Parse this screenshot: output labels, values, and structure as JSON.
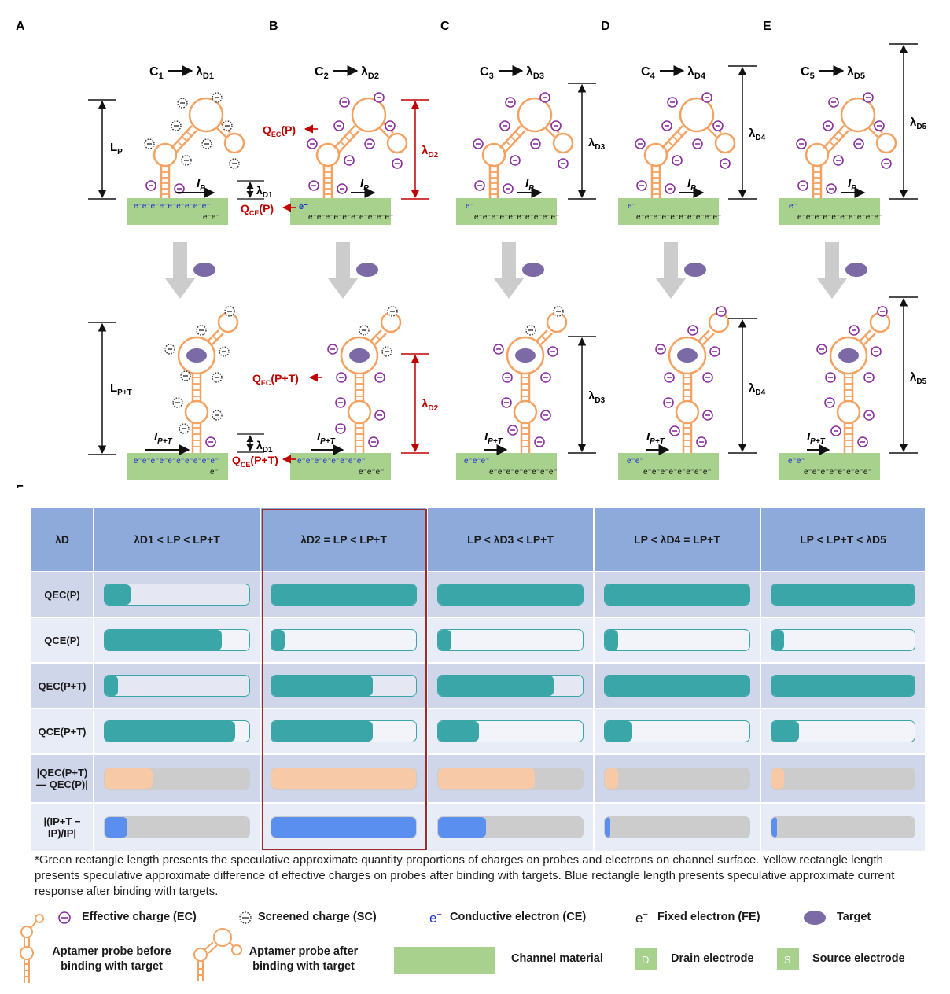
{
  "panels": [
    {
      "letter": "A",
      "eq_c": "C",
      "eq_c_sub": "1",
      "eq_l": "λ",
      "eq_l_sub": "D1"
    },
    {
      "letter": "B",
      "eq_c": "C",
      "eq_c_sub": "2",
      "eq_l": "λ",
      "eq_l_sub": "D2"
    },
    {
      "letter": "C",
      "eq_c": "C",
      "eq_c_sub": "3",
      "eq_l": "λ",
      "eq_l_sub": "D3"
    },
    {
      "letter": "D",
      "eq_c": "C",
      "eq_c_sub": "4",
      "eq_l": "λ",
      "eq_l_sub": "D4"
    },
    {
      "letter": "E",
      "eq_c": "C",
      "eq_c_sub": "5",
      "eq_l": "λ",
      "eq_l_sub": "D5"
    }
  ],
  "labels": {
    "lp": "L",
    "lp_sub": "P",
    "lpt": "L",
    "lpt_sub": "P+T",
    "ip": "I",
    "ip_sub": "P",
    "ipt": "I",
    "ipt_sub": "P+T",
    "lambda": "λ",
    "d1": "D1",
    "d2": "D2",
    "d3": "D3",
    "d4": "D4",
    "d5": "D5",
    "qec_p": "Q",
    "qec_p_sub": "EC",
    "qec_p_tail": "(P)",
    "qce_p": "Q",
    "qce_p_sub": "CE",
    "qce_p_tail": "(P)",
    "qec_pt": "Q",
    "qec_pt_sub": "EC",
    "qec_pt_tail": "(P+T)",
    "qce_pt": "Q",
    "qce_pt_sub": "CE",
    "qce_pt_tail": "(P+T)",
    "drain": "D",
    "source": "S",
    "e_minus": "e⁻",
    "fixed_electrons_long": "e⁻e⁻e⁻e⁻e⁻e⁻e⁻e⁻e⁻e⁻",
    "fixed_electrons_8": "e⁻e⁻e⁻e⁻e⁻e⁻e⁻e⁻",
    "fixed_electrons_3": "e⁻e⁻e⁻",
    "fixed_electrons_2": "e⁻e⁻",
    "ce_electrons_a": "e⁻e⁻e⁻e⁻e⁻e⁻e⁻e⁻e⁻",
    "ce_electrons_a2": "e⁻e⁻e⁻e⁻e⁻e⁻e⁻e⁻e⁻e⁻",
    "ce_electrons_b2": "e⁻e⁻e⁻e⁻e⁻e⁻e⁻e⁻",
    "ce_electrons_c2": "e⁻e⁻e⁻",
    "ce_electrons_d2": "e⁻e⁻",
    "panel_f": "F"
  },
  "table": {
    "corner": "λD",
    "columns": [
      "λD1 < LP < LP+T",
      "λD2 = LP < LP+T",
      "LP < λD3 < LP+T",
      "LP < λD4 = LP+T",
      "LP < LP+T < λD5"
    ],
    "rows": [
      {
        "label": "QEC(P)",
        "color": "teal",
        "values": [
          0.18,
          1.0,
          1.0,
          1.0,
          1.0
        ]
      },
      {
        "label": "QCE(P)",
        "color": "teal",
        "values": [
          0.81,
          0.09,
          0.09,
          0.09,
          0.09
        ]
      },
      {
        "label": "QEC(P+T)",
        "color": "teal",
        "values": [
          0.09,
          0.7,
          0.8,
          1.0,
          1.0
        ]
      },
      {
        "label": "QCE(P+T)",
        "color": "teal",
        "values": [
          0.9,
          0.7,
          0.28,
          0.19,
          0.19
        ]
      },
      {
        "label": "|QEC(P+T) — QEC(P)|",
        "color": "peach",
        "values": [
          0.33,
          1.0,
          0.67,
          0.09,
          0.09
        ]
      },
      {
        "label": "|(IP+T − IP)/IP|",
        "color": "blue",
        "values": [
          0.16,
          1.0,
          0.33,
          0.04,
          0.04
        ]
      }
    ]
  },
  "footnote": "*Green rectangle length presents the speculative approximate quantity proportions of charges on probes and electrons on channel surface. Yellow rectangle length presents speculative approximate difference of effective charges on probes after binding with targets. Blue rectangle length presents speculative approximate current response after binding with targets.",
  "legend": {
    "ec": "Effective charge (EC)",
    "sc": "Screened charge (SC)",
    "ce": "Conductive electron (CE)",
    "fe": "Fixed electron (FE)",
    "target": "Target",
    "before": "Aptamer probe before binding with target",
    "after": "Aptamer probe after binding with target",
    "channel": "Channel material",
    "drain": "Drain electrode",
    "source": "Source electrode",
    "d": "D",
    "s": "S",
    "e_ce": "e",
    "e_fe": "e",
    "minus": "−"
  },
  "colors": {
    "channel": "#a9d18e",
    "probe": "#f4a261",
    "ec": "#8a2f9e",
    "red": "#c00000",
    "blue": "#1f2fd1",
    "teal": "#3aa6a8",
    "peach": "#f7c9a6",
    "bluebar": "#5a8ff0",
    "header": "#8eaadb",
    "target": "#7b6aa5",
    "arrow": "#cccccc"
  }
}
